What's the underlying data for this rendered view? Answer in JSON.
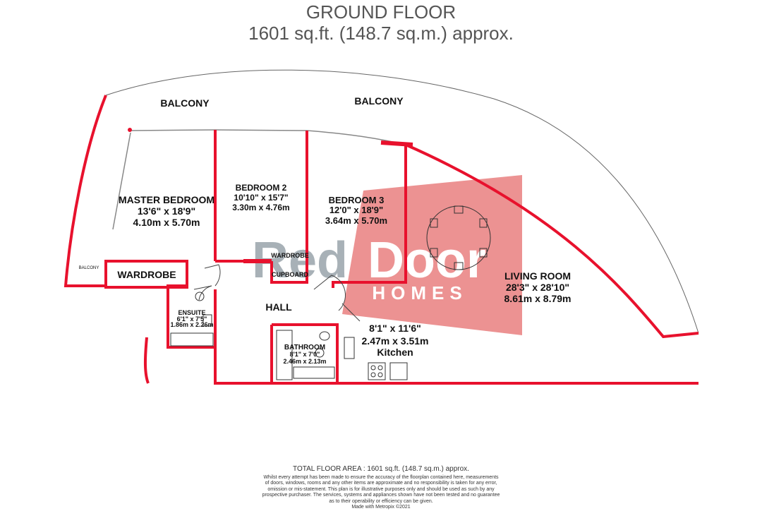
{
  "header": {
    "title": "GROUND FLOOR",
    "subtitle": "1601 sq.ft. (148.7 sq.m.) approx."
  },
  "colors": {
    "wall": "#e8112d",
    "logo_red": "#e98080",
    "logo_grey": "#9aa4ab",
    "text": "#111111"
  },
  "plan": {
    "balcony_left": "BALCONY",
    "balcony_right": "BALCONY",
    "balcony_small": "BALCONY",
    "master": {
      "name": "MASTER BEDROOM",
      "imperial": "13'6\"  x 18'9\"",
      "metric": "4.10m  x 5.70m"
    },
    "bed2": {
      "name": "BEDROOM 2",
      "imperial": "10'10\"  x 15'7\"",
      "metric": "3.30m  x 4.76m"
    },
    "bed3": {
      "name": "BEDROOM 3",
      "imperial": "12'0\"  x 18'9\"",
      "metric": "3.64m  x 5.70m"
    },
    "living": {
      "name": "LIVING ROOM",
      "imperial": "28'3\"  x 28'10\"",
      "metric": "8.61m  x 8.79m"
    },
    "kitchen": {
      "imperial": "8'1\"  x 11'6\"",
      "metric": "2.47m  x 3.51m",
      "name": "Kitchen"
    },
    "bathroom": {
      "name": "BATHROOM",
      "imperial": "8'1\"  x 7'0\"",
      "metric": "2.46m  x 2.13m"
    },
    "ensuite": {
      "name": "ENSUITE",
      "imperial": "6'1\"  x 7'5\"",
      "metric": "1.86m  x 2.26m"
    },
    "hall": "HALL",
    "wardrobe_main": "WARDROBE",
    "wardrobe_small": "WARDROBE",
    "cupboard": "CUPBOARD"
  },
  "logo": {
    "word1": "Red",
    "word2": "Door",
    "tagline": "HOMES"
  },
  "footer": {
    "total_area": "TOTAL FLOOR AREA : 1601 sq.ft. (148.7 sq.m.) approx.",
    "disclaimer_1": "Whilst every attempt has been made to ensure the accuracy of the floorplan contained here, measurements",
    "disclaimer_2": "of doors, windows, rooms and any other items are approximate and no responsibility is taken for any error,",
    "disclaimer_3": "omission or mis-statement. This plan is for illustrative purposes only and should be used as such by any",
    "disclaimer_4": "prospective purchaser. The services, systems and appliances shown have not been tested and no guarantee",
    "disclaimer_5": "as to their operability or efficiency can be given.",
    "credit": "Made with Metropix ©2021"
  }
}
